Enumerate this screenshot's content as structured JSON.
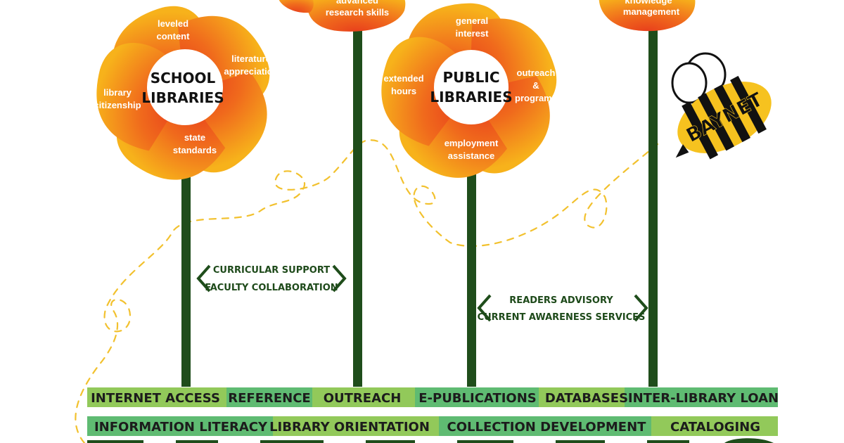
{
  "flowers": {
    "school": {
      "center": [
        "SCHOOL",
        "LIBRARIES"
      ],
      "petals": [
        [
          "leveled",
          "content"
        ],
        [
          "literature",
          "appreciation"
        ],
        [
          "state",
          "standards"
        ],
        [
          "library",
          "citizenship"
        ]
      ]
    },
    "academic": {
      "petals": [
        [
          "advanced",
          "research skills"
        ]
      ]
    },
    "public": {
      "center": [
        "PUBLIC",
        "LIBRARIES"
      ],
      "petals": [
        [
          "general",
          "interest"
        ],
        [
          "outreach",
          "&",
          "programs"
        ],
        [
          "employment",
          "assistance"
        ],
        [
          "extended",
          "hours"
        ]
      ]
    },
    "special": {
      "petals": [
        [
          "knowledge",
          "management"
        ]
      ]
    }
  },
  "bridges": {
    "school_academic": [
      "CURRICULAR SUPPORT",
      "FACULTY COLLABORATION"
    ],
    "public_special": [
      "READERS ADVISORY",
      "CURRENT AWARENESS SERVICES"
    ]
  },
  "bee": {
    "label": "BAYNET"
  },
  "bands": {
    "row1": [
      "INTERNET ACCESS",
      "REFERENCE",
      "OUTREACH",
      "E-PUBLICATIONS",
      "DATABASES",
      "INTER-LIBRARY LOAN"
    ],
    "row2": [
      "INFORMATION LITERACY",
      "LIBRARY ORIENTATION",
      "COLLECTION DEVELOPMENT",
      "CATALOGING"
    ]
  },
  "colors": {
    "petal_outer": "#f7b21b",
    "petal_inner": "#e8401c",
    "stem": "#1f4d1b",
    "band_light": "#92c95a",
    "band_mid": "#5fbb72",
    "trail": "#f2c12e"
  }
}
